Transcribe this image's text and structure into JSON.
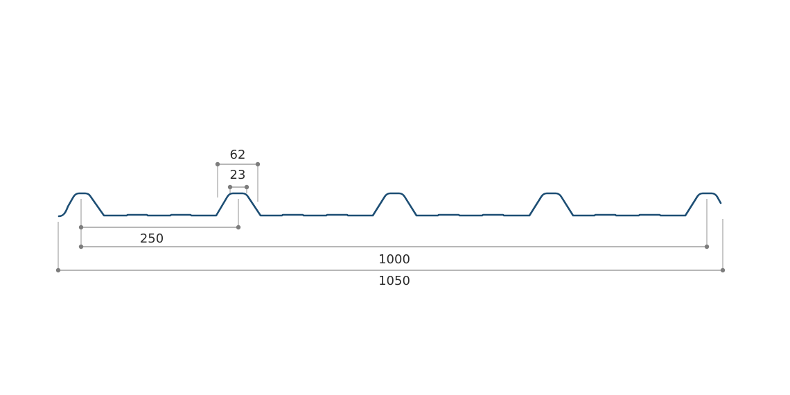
{
  "profile": {
    "color": "#1d4e74"
  },
  "dimensions": {
    "rib_top_outer": "62",
    "rib_top_inner": "23",
    "rib_pitch": "250",
    "effective_width": "1000",
    "total_width": "1050"
  },
  "colors": {
    "dimension_line": "#8c8c8c",
    "dimension_dot": "#7d7d7d",
    "text": "#2b2b2b"
  }
}
